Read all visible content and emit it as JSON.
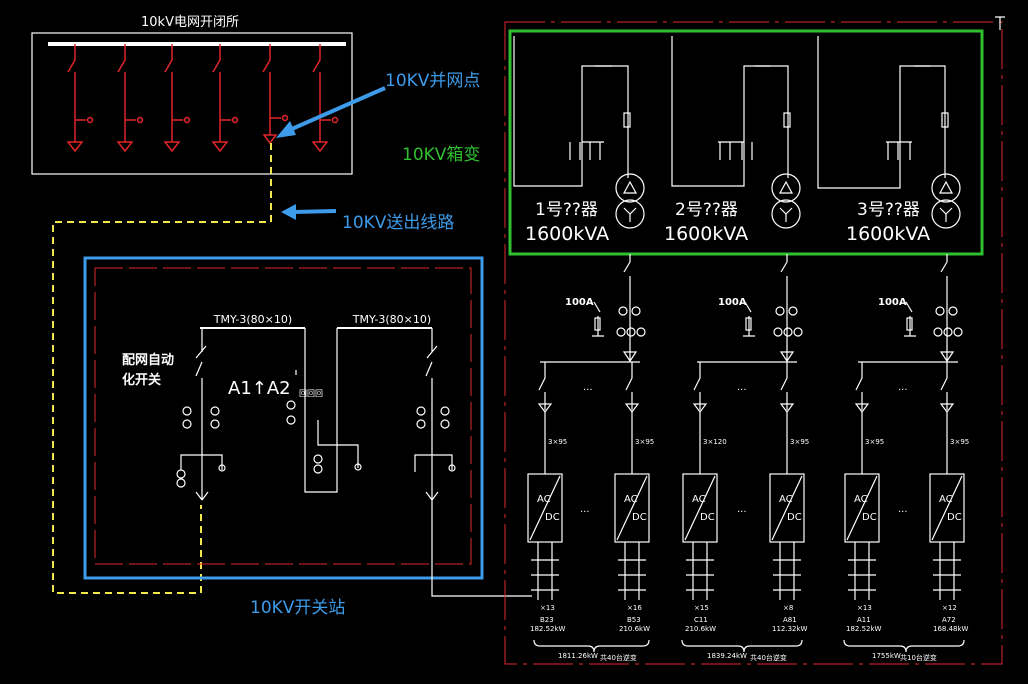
{
  "switchyard": {
    "title": "10kV电网开闭所"
  },
  "annotations": {
    "grid_point": "10KV并网点",
    "box_transformer": "10KV箱变",
    "feeder_line": "10KV送出线路",
    "switch_station": "10KV开关站"
  },
  "switch_station": {
    "busbar_left": "TMY-3(80×10)",
    "busbar_right": "TMY-3(80×10)",
    "auto_switch_line1": "配网自动",
    "auto_switch_line2": "化开关",
    "bus_tie": "A1↑A2",
    "bus_tie_tag": "回回回"
  },
  "transformers": [
    {
      "name": "1号??器",
      "capacity": "1600kVA"
    },
    {
      "name": "2号??器",
      "capacity": "1600kVA"
    },
    {
      "name": "3号??器",
      "capacity": "1600kVA"
    }
  ],
  "breaker_label": "100A",
  "ellipsis": "...",
  "cables": [
    "3×95",
    "3×95",
    "3×120",
    "3×95",
    "3×95",
    "3×95"
  ],
  "inverter": {
    "top": "AC",
    "bottom": "DC"
  },
  "strings": [
    {
      "count": "×13",
      "name": "B23",
      "power": "182.52kW"
    },
    {
      "count": "×16",
      "name": "B53",
      "power": "210.6kW"
    },
    {
      "count": "×15",
      "name": "C11",
      "power": "210.6kW"
    },
    {
      "count": "×8",
      "name": "A81",
      "power": "112.32kW"
    },
    {
      "count": "×13",
      "name": "A11",
      "power": "182.52kW"
    },
    {
      "count": "×12",
      "name": "A72",
      "power": "168.48kW"
    }
  ],
  "groups": [
    {
      "total": "1811.26kW",
      "note": "共40台逆变"
    },
    {
      "total": "1839.24kW",
      "note": "共40台逆变"
    },
    {
      "total": "1755kW",
      "note": "共10台逆变"
    }
  ],
  "colors": {
    "background": "#000000",
    "line": "#ffffff",
    "red": "#e0262b",
    "blue": "#3d9be9",
    "green": "#2fbf2f",
    "yellow": "#f2e84a"
  }
}
